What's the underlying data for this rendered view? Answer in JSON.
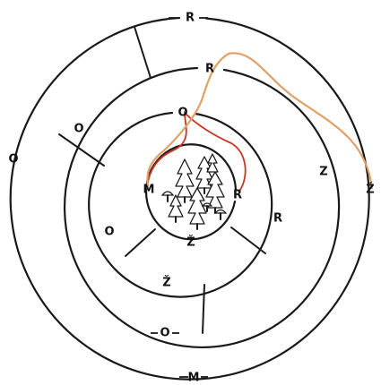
{
  "path_colors": {
    "red_path": "#c8361f",
    "orange_path": "#e0a067"
  },
  "gates": [
    {
      "id": "outer-top",
      "text": "R"
    },
    {
      "id": "outer-left",
      "text": "O"
    },
    {
      "id": "outer-right",
      "text": "Ž"
    },
    {
      "id": "outer-bottom",
      "text": "M"
    },
    {
      "id": "ring3-top",
      "text": "R"
    },
    {
      "id": "ring3-left",
      "text": "O"
    },
    {
      "id": "ring3-right",
      "text": "Z"
    },
    {
      "id": "ring3-bottom",
      "text": "O"
    },
    {
      "id": "ring2-top",
      "text": "O"
    },
    {
      "id": "ring2-left",
      "text": "O"
    },
    {
      "id": "ring2-right",
      "text": "R"
    },
    {
      "id": "ring2-bottom",
      "text": "Ž"
    },
    {
      "id": "inner-left",
      "text": "M"
    },
    {
      "id": "inner-right",
      "text": "R"
    },
    {
      "id": "inner-bottom",
      "text": "Ž"
    }
  ]
}
